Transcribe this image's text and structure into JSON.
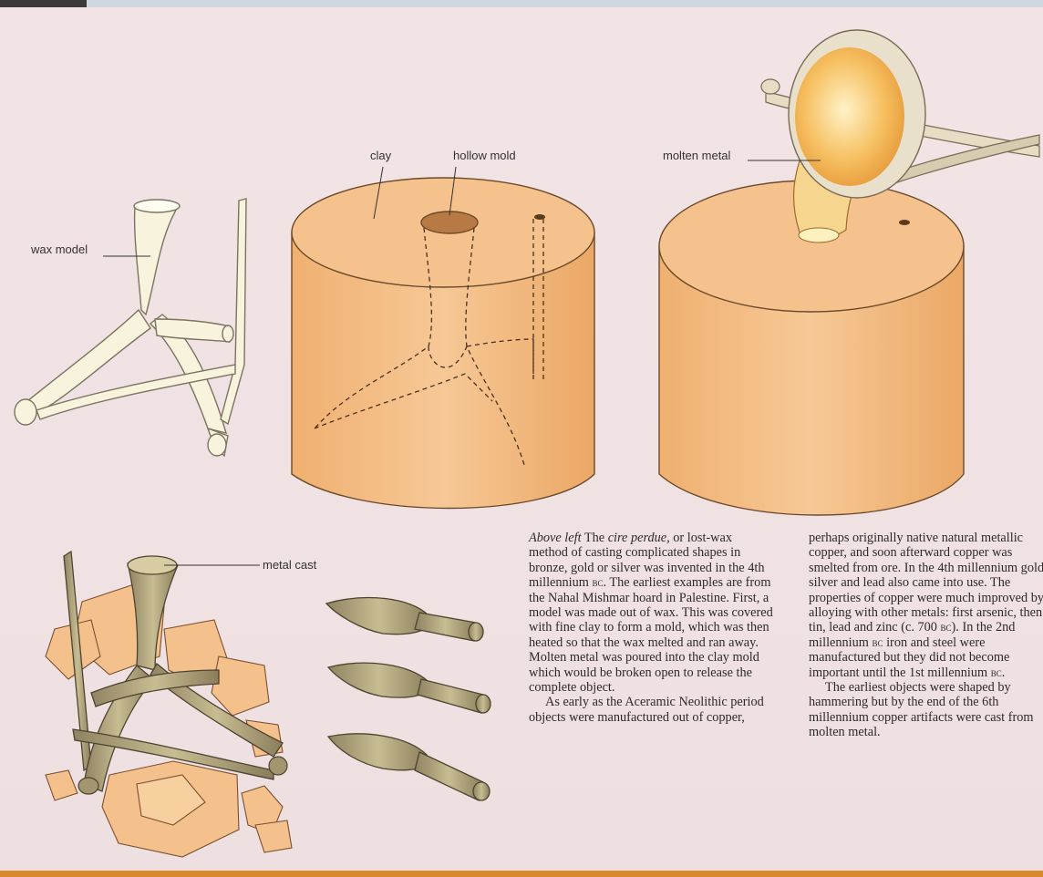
{
  "labels": {
    "wax_model": "wax model",
    "clay": "clay",
    "hollow_mold": "hollow mold",
    "molten_metal": "molten metal",
    "metal_cast": "metal cast"
  },
  "caption": {
    "lead_italic": "Above left",
    "part1": " The ",
    "term_italic": "cire perdue,",
    "part2": " or lost-wax method of casting complicated shapes in bronze, gold or silver was invented in the 4th millennium ",
    "era1": "bc",
    "part3": ". The earliest examples are from the Nahal Mishmar hoard in Palestine. First, a model was made out of wax. This was covered with fine clay to form a mold, which was then heated so that the wax melted and ran away. Molten metal was poured into the clay mold which would be broken open to release the complete object.",
    "para2": "As early as the Aceramic Neolithic period objects were manufactured out of copper,"
  },
  "body_text": {
    "part1": "perhaps originally native natural metallic copper, and soon afterward copper was smelted from ore. In the 4th millennium gold, silver and lead also came into use. The properties of copper were much improved by alloying with other metals: first arsenic, then tin, lead and zinc (c. 700 ",
    "era1": "bc",
    "part2": "). In the 2nd millennium ",
    "era2": "bc",
    "part3": " iron and steel were manufactured but they did not become important until the 1st millennium ",
    "era3": "bc",
    "part4": ".",
    "para2": "The earliest objects were shaped by hammering but by the end of the 6th millennium copper artifacts were cast from molten metal."
  }
}
